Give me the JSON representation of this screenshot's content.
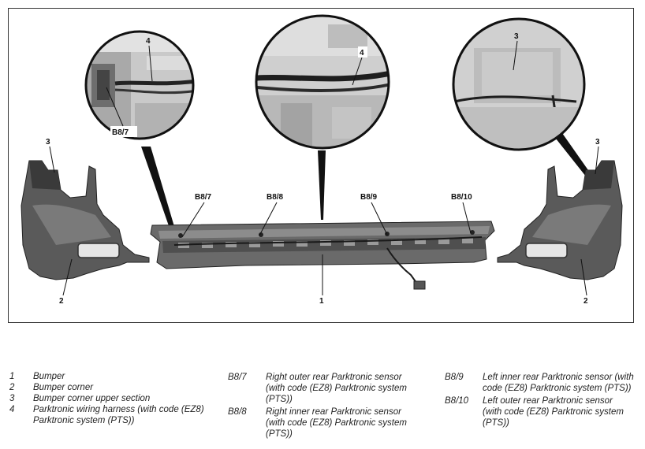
{
  "callouts": {
    "top_left": "4",
    "top_left_sensor": "B8/7",
    "top_center": "4",
    "top_right": "3",
    "left_corner_top": "3",
    "right_corner_top": "3",
    "sensor_1": "B8/7",
    "sensor_2": "B8/8",
    "sensor_3": "B8/9",
    "sensor_4": "B8/10",
    "left_corner_bottom": "2",
    "bumper": "1",
    "right_corner_bottom": "2"
  },
  "legend": {
    "col1": [
      {
        "key": "1",
        "text": "Bumper"
      },
      {
        "key": "2",
        "text": "Bumper corner"
      },
      {
        "key": "3",
        "text": "Bumper corner upper section"
      },
      {
        "key": "4",
        "text": "Parktronic wiring harness (with code (EZ8) Parktronic system (PTS))"
      }
    ],
    "col2": [
      {
        "key": "B8/7",
        "text": "Right outer rear Parktronic sensor (with code (EZ8) Parktronic system (PTS))"
      },
      {
        "key": "B8/8",
        "text": "Right inner rear Parktronic sensor (with code (EZ8) Parktronic system (PTS))"
      }
    ],
    "col3": [
      {
        "key": "B8/9",
        "text": "Left inner rear Parktronic sensor (with code (EZ8) Parktronic system (PTS))"
      },
      {
        "key": "B8/10",
        "text": "Left outer rear Parktronic sensor (with code (EZ8) Parktronic system (PTS))"
      }
    ]
  }
}
